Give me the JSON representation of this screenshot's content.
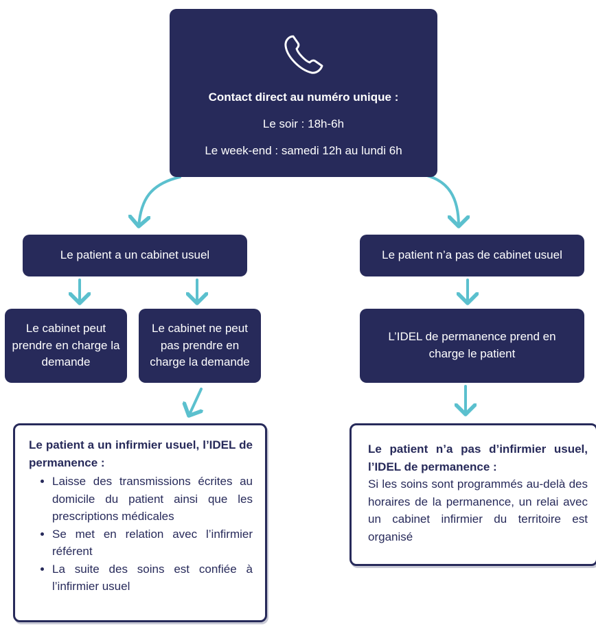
{
  "colors": {
    "box": "#272a5a",
    "arrow": "#5bc0ce",
    "text_light": "#ffffff"
  },
  "top": {
    "icon": "phone-icon",
    "title": "Contact direct au numéro unique :",
    "line1": "Le soir : 18h-6h",
    "line2": "Le week-end : samedi 12h au lundi 6h"
  },
  "left": {
    "header": "Le patient a un cabinet usuel",
    "can": "Le cabinet peut prendre en charge la demande",
    "cannot": "Le cabinet ne peut pas prendre en charge la demande",
    "detail": {
      "lead": "Le patient a un infirmier usuel, l’IDEL de permanence :",
      "items": [
        "Laisse des transmissions écrites au domicile du patient ainsi que les prescriptions médicales",
        "Se met en relation avec l’infirmier référent",
        "La suite des soins est confiée à l’infirmier usuel"
      ]
    }
  },
  "right": {
    "header": "Le patient n’a pas de cabinet usuel",
    "idel": "L’IDEL de permanence prend en charge le patient",
    "detail": {
      "lead": "Le patient n’a pas d’infirmier usuel, l’IDEL de permanence :",
      "body": "Si les soins sont programmés au-delà des horaires de la permanence, un relai avec un cabinet infirmier du territoire est organisé"
    }
  }
}
